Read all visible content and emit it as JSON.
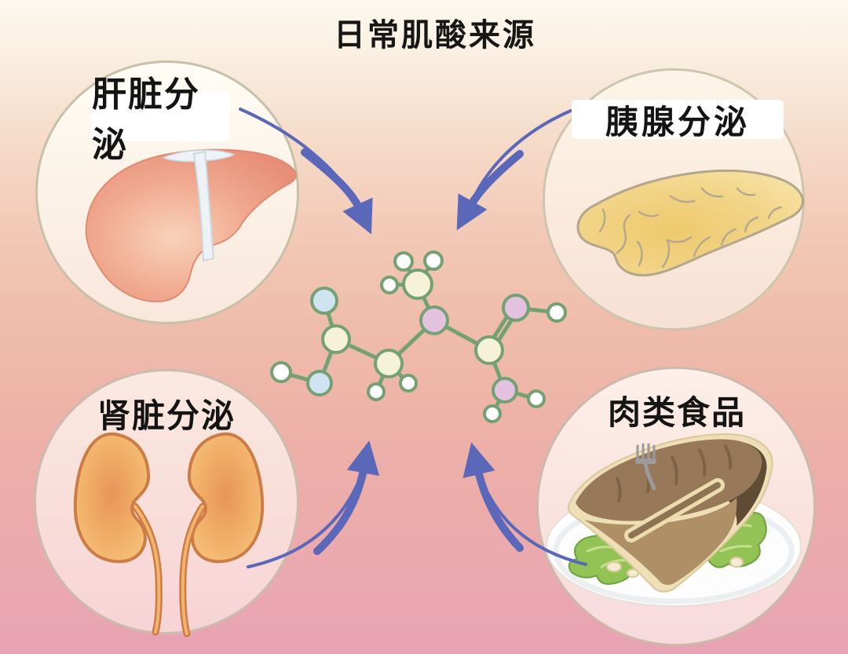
{
  "title": "日常肌酸来源",
  "sources": [
    {
      "id": "liver",
      "label": "肝脏分泌",
      "icon": "liver-icon",
      "position": "top-left",
      "has_label_card": true
    },
    {
      "id": "pancreas",
      "label": "胰腺分泌",
      "icon": "pancreas-icon",
      "position": "top-right",
      "has_label_card": true
    },
    {
      "id": "kidney",
      "label": "肾脏分泌",
      "icon": "kidneys-icon",
      "position": "bottom-left",
      "has_label_card": false
    },
    {
      "id": "meat",
      "label": "肉类食品",
      "icon": "steak-icon",
      "position": "bottom-right",
      "has_label_card": false
    }
  ],
  "center": {
    "icon": "creatine-molecule-icon",
    "atom_colors": {
      "carbon": "#f6f1d9",
      "nitrogen": "#e2c2df",
      "oxygen": "#cfe3f1",
      "hydrogen": "#ffffff",
      "bond_stroke": "#74a173"
    }
  },
  "colors": {
    "arrow": "#5b67b8",
    "background_top": "#fdf8ee",
    "background_bottom": "#e7a2b4",
    "circle_border": "#c9bcab",
    "label_text": "#141414",
    "label_card_bg": "#ffffff"
  }
}
